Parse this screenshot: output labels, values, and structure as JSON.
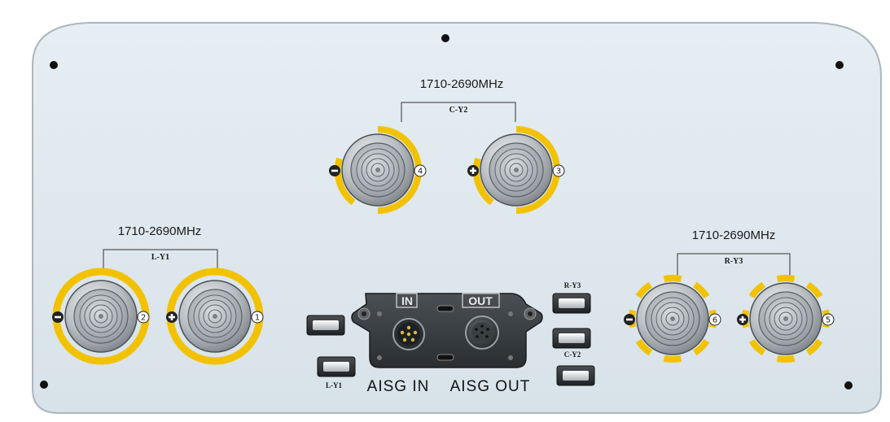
{
  "bands": {
    "center": {
      "freq": "1710-2690MHz",
      "id": "C-Y2"
    },
    "left": {
      "freq": "1710-2690MHz",
      "id": "L-Y1"
    },
    "right": {
      "freq": "1710-2690MHz",
      "id": "R-Y3"
    }
  },
  "ports": {
    "p1": "1",
    "p2": "2",
    "p3": "3",
    "p4": "4",
    "p5": "5",
    "p6": "6"
  },
  "aisg": {
    "in_tag": "IN",
    "out_tag": "OUT",
    "in_label": "AISG  IN",
    "out_label": "AISG  OUT"
  },
  "rcu": {
    "l": "L-Y1",
    "c": "C-Y2",
    "r": "R-Y3"
  },
  "colors": {
    "panel": "#dfe8ee",
    "ring": "#f2c200",
    "connector": "#c9cdd0"
  }
}
